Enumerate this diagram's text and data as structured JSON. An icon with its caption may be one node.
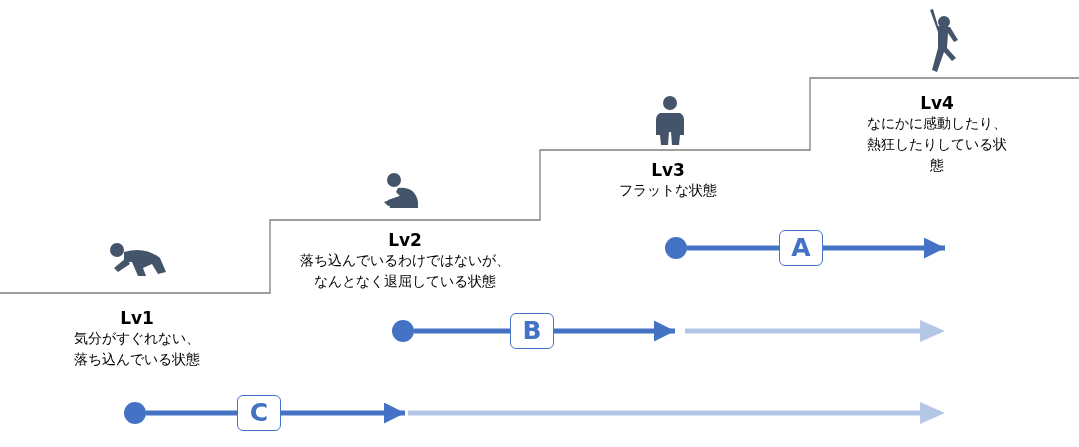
{
  "diagram": {
    "nodes": [
      {
        "text": [
          "Lv1",
          "気分がすぐれない、落ち込んでいる状態"
        ]
      },
      {
        "text": [
          "Lv2",
          "落ち込んでいるわけではないが、なんとなく退屈している状態"
        ]
      },
      {
        "text": [
          "Lv3",
          "フラットな状態"
        ]
      },
      {
        "text": [
          "Lv4",
          "なにかに感動したり、熱狂したりしている状態"
        ]
      },
      {
        "text": [],
        "shape": "circle"
      },
      {
        "text": [],
        "shape": "circle"
      },
      {
        "text": [],
        "shape": "circle"
      }
    ],
    "edges": [
      {
        "from": 4,
        "to": null,
        "arrow": "to",
        "label": "A"
      },
      {
        "from": 5,
        "to": null,
        "arrow": "to",
        "label": "B"
      },
      {
        "from": 6,
        "to": null,
        "arrow": "to",
        "label": "C"
      }
    ]
  }
}
